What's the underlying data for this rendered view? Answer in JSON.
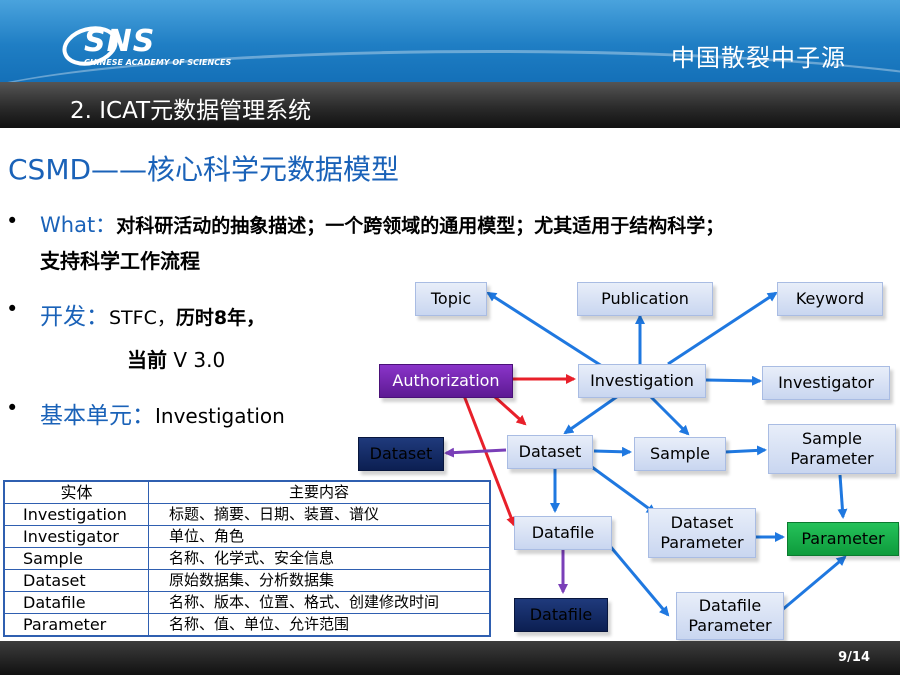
{
  "header": {
    "logo_text": "SNS",
    "logo_subtitle": "CHINESE ACADEMY OF SCIENCES",
    "org_name": "中国散裂中子源"
  },
  "title_bar": {
    "title": "2. ICAT元数据管理系统"
  },
  "heading": "CSMD——核心科学元数据模型",
  "bullets": {
    "what_label": "What：",
    "what_text_line1": "对科研活动的抽象描述；一个跨领域的通用模型；尤其适用于结构科学；",
    "what_text_line2": "支持科学工作流程",
    "dev_label": "开发：",
    "dev_text_a": "STFC，",
    "dev_text_b": "历时8年，",
    "dev_line2_a": "当前",
    "dev_line2_b": " V 3.0",
    "unit_label": "基本单元：",
    "unit_text": "Investigation"
  },
  "table": {
    "headers": [
      "实体",
      "主要内容"
    ],
    "rows": [
      [
        "Investigation",
        "标题、摘要、日期、装置、谱仪"
      ],
      [
        "Investigator",
        "单位、角色"
      ],
      [
        "Sample",
        "名称、化学式、安全信息"
      ],
      [
        "Dataset",
        "原始数据集、分析数据集"
      ],
      [
        "Datafile",
        "名称、版本、位置、格式、创建修改时间"
      ],
      [
        "Parameter",
        "名称、值、单位、允许范围"
      ]
    ]
  },
  "diagram": {
    "topic": "Topic",
    "publication": "Publication",
    "keyword": "Keyword",
    "authorization": "Authorization",
    "investigation": "Investigation",
    "investigator": "Investigator",
    "dataset_dark": "Dataset",
    "dataset": "Dataset",
    "sample": "Sample",
    "sample_param_l1": "Sample",
    "sample_param_l2": "Parameter",
    "datafile": "Datafile",
    "dataset_param_l1": "Dataset",
    "dataset_param_l2": "Parameter",
    "parameter": "Parameter",
    "datafile_dark": "Datafile",
    "datafile_param_l1": "Datafile",
    "datafile_param_l2": "Parameter",
    "colors": {
      "blue_arrow": "#1f78e0",
      "red_arrow": "#e8202a",
      "purple_arrow": "#7a3fb8"
    }
  },
  "footer": {
    "page": "9/14"
  }
}
